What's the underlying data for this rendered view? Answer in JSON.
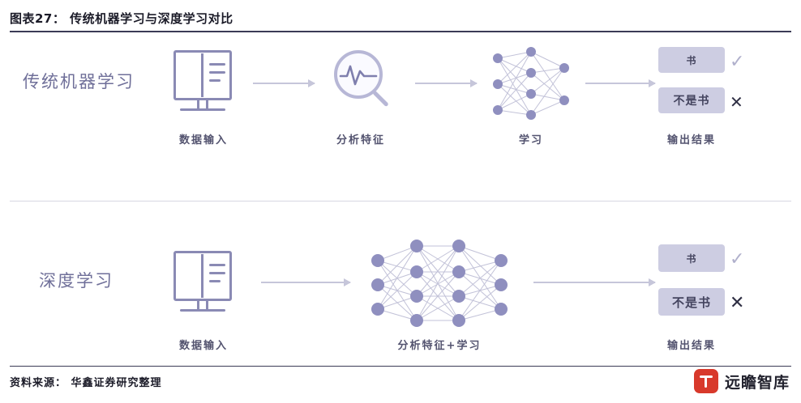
{
  "header": {
    "title": "图表27： 传统机器学习与深度学习对比"
  },
  "footer": {
    "source": "资料来源： 华鑫证券研究整理",
    "watermark": "远瞻智库",
    "watermark_logo": "toutiao-logo-icon"
  },
  "rows": [
    {
      "label": "传统机器学习",
      "steps": [
        {
          "icon": "book-icon",
          "caption": "数据输入"
        },
        {
          "icon": "magnifier-icon",
          "caption": "分析特征"
        },
        {
          "icon": "neural-network-icon",
          "caption": "学习"
        },
        {
          "icon": "output-boxes-icon",
          "caption": "输出结果"
        }
      ],
      "outputs": [
        {
          "label": "书",
          "mark": "✓"
        },
        {
          "label": "不是书",
          "mark": "✕"
        }
      ]
    },
    {
      "label": "深度学习",
      "steps": [
        {
          "icon": "book-icon",
          "caption": "数据输入"
        },
        {
          "icon": "deep-neural-network-icon",
          "caption": "分析特征+学习"
        },
        {
          "icon": "output-boxes-icon",
          "caption": "输出结果"
        }
      ],
      "outputs": [
        {
          "label": "书",
          "mark": "✓"
        },
        {
          "label": "不是书",
          "mark": "✕"
        }
      ]
    }
  ],
  "colors": {
    "accent": "#8a8ab4",
    "node": "#8f8fbf",
    "box": "#cdcde2",
    "arrow": "#c6c6da",
    "rule": "#3b3b56",
    "label": "#6f6f99"
  }
}
